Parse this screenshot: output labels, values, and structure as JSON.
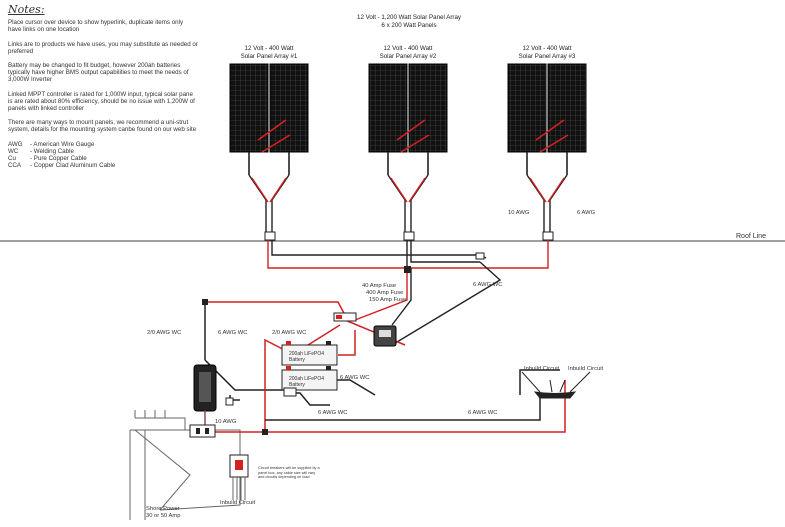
{
  "notes": {
    "title": "Notes:",
    "paragraphs": [
      "Place cursor over device to show hyperlink, duplicate items only have links on one location",
      "Links are to products we have uses, you may substitute as needed or preferred",
      "Battery may be changed to fit budget, however 200ah batteries typically have higher BMS output capabilities to meet the needs of 3,000W Inverter",
      "Linked MPPT controller is rated for 1,000W input, typical solar pane is are rated about 80% efficiency, should be no issue with 1,200W of panels with linked controller",
      "There are many ways to mount panels, we recommend a uni-strut system, details for the mounting system canbe found on our web site"
    ],
    "legend": [
      {
        "abbr": "AWG",
        "desc": "- American Wire Gauge"
      },
      {
        "abbr": "WC",
        "desc": "- Welding Cable"
      },
      {
        "abbr": "Cu",
        "desc": "- Pure Copper Cable"
      },
      {
        "abbr": "CCA",
        "desc": "- Copper Clad Aluminum Cable"
      }
    ]
  },
  "array_title": {
    "line1": "12 Volt - 1,200 Watt Solar Panel Array",
    "line2": "6 x 200 Watt Panels"
  },
  "panel_arrays": [
    {
      "line1": "12 Volt - 400 Watt",
      "line2": "Solar Panel Array #1"
    },
    {
      "line1": "12 Volt - 400 Watt",
      "line2": "Solar Panel Array #2"
    },
    {
      "line1": "12 Volt - 400 Watt",
      "line2": "Solar Panel Array #3"
    }
  ],
  "labels": {
    "roof_line": "Roof Line",
    "awg_10": "10 AWG",
    "awg_6_top": "6 AWG",
    "wc_6_awg_right": "6 AWG WC",
    "fuse_40": "40 Amp Fuse",
    "fuse_400": "400 Amp Fuse",
    "fuse_150": "150 Amp Fuse",
    "wc_2_0_left": "2/0 AWG WC",
    "wc_6_mid": "6 AWG WC",
    "wc_2_0_mid": "2/0 AWG WC",
    "wc_6_batt": "6 AWG WC",
    "wc_6_low": "6 AWG WC",
    "battery1": "200ah LiFePO4 Battery",
    "battery2": "200ah LiFePO4 Battery",
    "wc_6_bottom": "6 AWG WC",
    "awg_10_bottom": "10 AWG",
    "circuit_left": "Inbuild Circuit",
    "circuit_right": "Inbuild Circuit",
    "inbuild_circuit_bottom": "Inbuild Circuit",
    "shore_power": "Shore Power 30 or 50 Amp",
    "breaker_note": "Circuit breakers will be supplied by a panel box, any cable size will vary and circuits depending on load"
  },
  "colors": {
    "positive": "#d42020",
    "negative": "#222222",
    "panel": "#111111"
  }
}
